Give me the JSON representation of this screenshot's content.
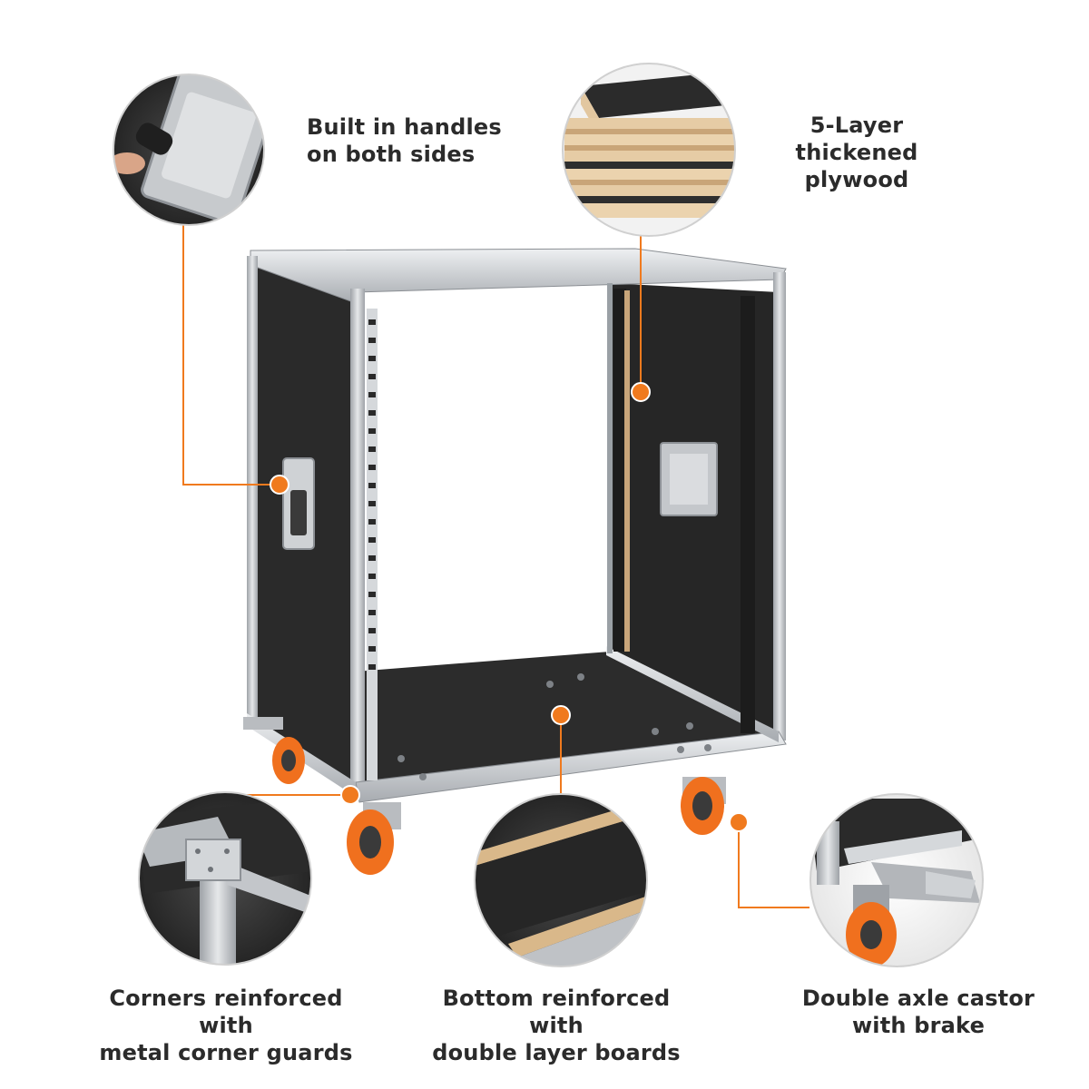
{
  "colors": {
    "accent": "#f07a1e",
    "case_panel": "#2d2d2d",
    "aluminum": "#c9ccd0",
    "wheel": "#f0701e",
    "text": "#2b2b2b"
  },
  "callouts": {
    "handles": {
      "line1": "Built in handles",
      "line2": "on both sides"
    },
    "plywood": {
      "line1": "5-Layer thickened",
      "line2": "plywood"
    },
    "corners": {
      "line1": "Corners reinforced with",
      "line2": "metal corner guards"
    },
    "bottom": {
      "line1": "Bottom reinforced with",
      "line2": "double layer boards"
    },
    "castor": {
      "line1": "Double axle castor",
      "line2": "with brake"
    }
  }
}
